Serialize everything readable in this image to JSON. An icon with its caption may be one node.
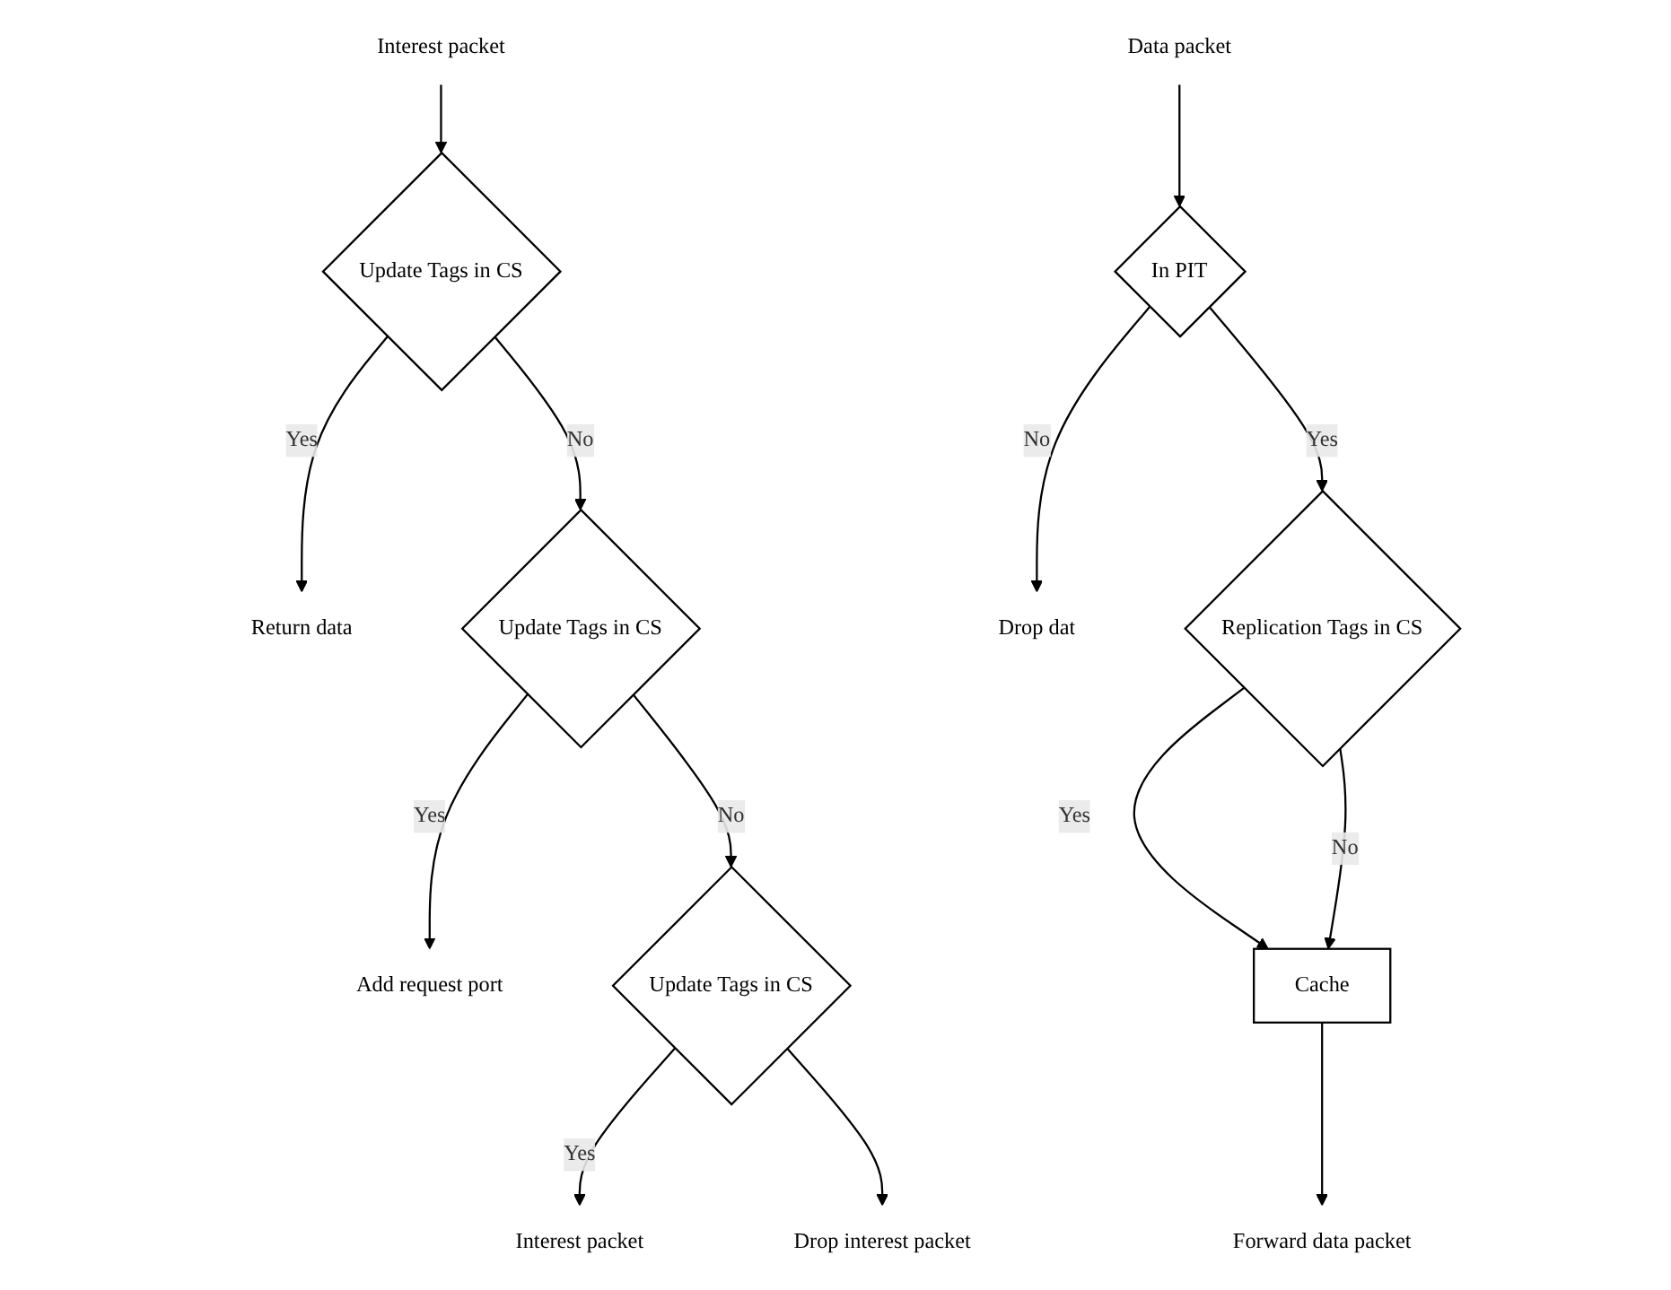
{
  "diagram": {
    "nodes": [
      {
        "text": [
          "Interest packet"
        ]
      },
      {
        "text": [
          "Update Tags in CS"
        ]
      },
      {
        "text": [
          "Return data"
        ]
      },
      {
        "text": [
          "Update Tags in CS"
        ]
      },
      {
        "text": [
          "Add request port"
        ]
      },
      {
        "text": [
          "Update Tags in CS"
        ]
      },
      {
        "text": [
          "Interest packet"
        ]
      },
      {
        "text": [
          "Drop interest packet"
        ]
      },
      {
        "text": [
          "Data packet"
        ]
      },
      {
        "text": [
          "In PIT"
        ]
      },
      {
        "text": [
          "Drop dat"
        ]
      },
      {
        "text": [
          "Replication Tags in CS"
        ]
      },
      {
        "text": [
          "Cache"
        ]
      },
      {
        "text": [
          "Forward data packet"
        ]
      }
    ],
    "edges": [
      {
        "from": 0,
        "to": 1,
        "arrow": "to"
      },
      {
        "from": 1,
        "to": 2,
        "label": "Yes",
        "arrow": "to"
      },
      {
        "from": 1,
        "to": 3,
        "label": "No",
        "arrow": "to"
      },
      {
        "from": 3,
        "to": 4,
        "label": "Yes",
        "arrow": "to"
      },
      {
        "from": 3,
        "to": 5,
        "label": "No",
        "arrow": "to"
      },
      {
        "from": 5,
        "to": 6,
        "label": "Yes",
        "arrow": "to"
      },
      {
        "from": 5,
        "to": 7,
        "arrow": "to"
      },
      {
        "from": 8,
        "to": 9,
        "arrow": "to"
      },
      {
        "from": 9,
        "to": 10,
        "label": "No",
        "arrow": "to"
      },
      {
        "from": 9,
        "to": 11,
        "label": "Yes",
        "arrow": "to"
      },
      {
        "from": 11,
        "to": 12,
        "label": "Yes",
        "arrow": "to"
      },
      {
        "from": 11,
        "to": 12,
        "label": "No",
        "arrow": "to"
      },
      {
        "from": 12,
        "to": 13,
        "arrow": "to"
      }
    ]
  }
}
